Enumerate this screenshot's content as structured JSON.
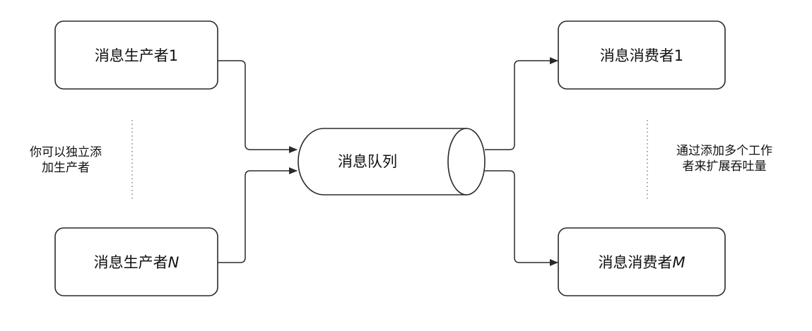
{
  "nodes": {
    "producer_1": "消息生产者1",
    "producer_n_text": "消息生产者",
    "producer_n_var": "N",
    "queue": "消息队列",
    "consumer_1": "消息消费者1",
    "consumer_m_text": "消息消费者",
    "consumer_m_var": "M"
  },
  "notes": {
    "producers_line1": "你可以独立添",
    "producers_line2": "加生产者",
    "consumers_line1": "通过添加多个工作",
    "consumers_line2": "者来扩展吞吐量"
  },
  "colors": {
    "stroke": "#2a2a2a",
    "fill": "#ffffff",
    "text": "#111111",
    "dots": "#888888"
  }
}
